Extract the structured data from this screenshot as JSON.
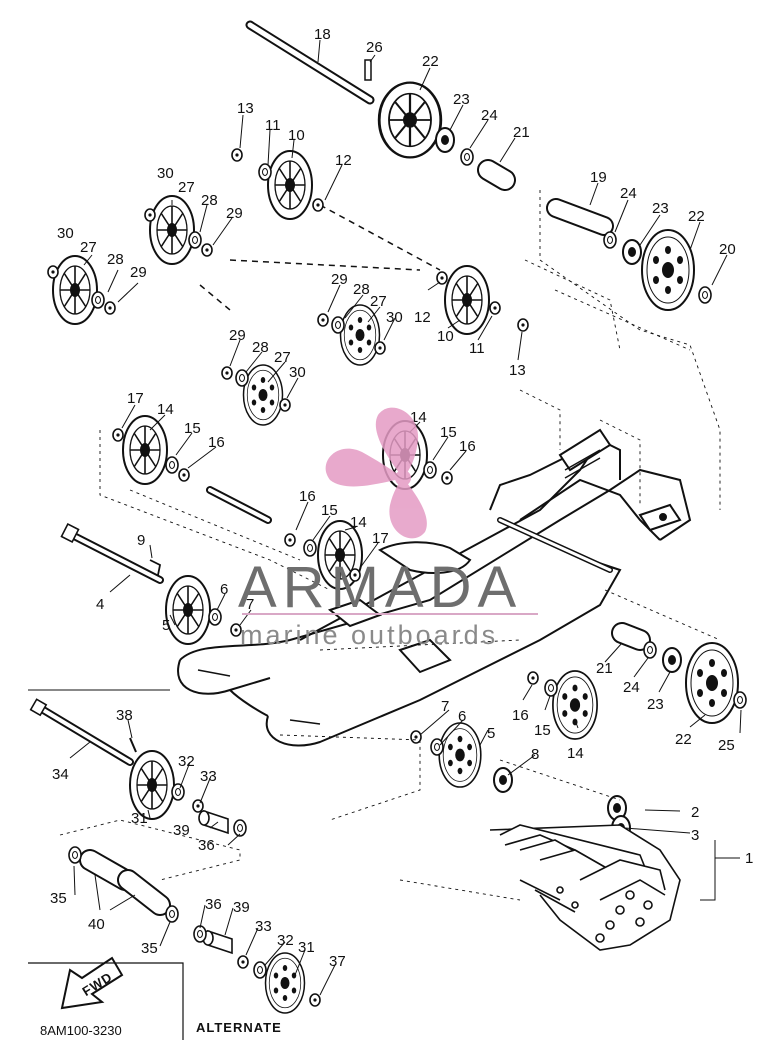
{
  "diagram": {
    "labels": [
      {
        "id": "18",
        "text": "18"
      },
      {
        "id": "26",
        "text": "26"
      },
      {
        "id": "22a",
        "text": "22"
      },
      {
        "id": "23a",
        "text": "23"
      },
      {
        "id": "24a",
        "text": "24"
      },
      {
        "id": "21a",
        "text": "21"
      },
      {
        "id": "13a",
        "text": "13"
      },
      {
        "id": "11a",
        "text": "11"
      },
      {
        "id": "10a",
        "text": "10"
      },
      {
        "id": "12a",
        "text": "12"
      },
      {
        "id": "30a",
        "text": "30"
      },
      {
        "id": "27a",
        "text": "27"
      },
      {
        "id": "28a",
        "text": "28"
      },
      {
        "id": "29a",
        "text": "29"
      },
      {
        "id": "30b",
        "text": "30"
      },
      {
        "id": "27b",
        "text": "27"
      },
      {
        "id": "28b",
        "text": "28"
      },
      {
        "id": "29b",
        "text": "29"
      },
      {
        "id": "19",
        "text": "19"
      },
      {
        "id": "24b",
        "text": "24"
      },
      {
        "id": "23b",
        "text": "23"
      },
      {
        "id": "22b",
        "text": "22"
      },
      {
        "id": "20",
        "text": "20"
      },
      {
        "id": "29c",
        "text": "29"
      },
      {
        "id": "28c",
        "text": "28"
      },
      {
        "id": "27c",
        "text": "27"
      },
      {
        "id": "30c",
        "text": "30"
      },
      {
        "id": "12b",
        "text": "12"
      },
      {
        "id": "10b",
        "text": "10"
      },
      {
        "id": "11b",
        "text": "11"
      },
      {
        "id": "13b",
        "text": "13"
      },
      {
        "id": "29d",
        "text": "29"
      },
      {
        "id": "28d",
        "text": "28"
      },
      {
        "id": "27d",
        "text": "27"
      },
      {
        "id": "30d",
        "text": "30"
      },
      {
        "id": "17a",
        "text": "17"
      },
      {
        "id": "14a",
        "text": "14"
      },
      {
        "id": "15a",
        "text": "15"
      },
      {
        "id": "16a",
        "text": "16"
      },
      {
        "id": "14b",
        "text": "14"
      },
      {
        "id": "15b",
        "text": "15"
      },
      {
        "id": "16b",
        "text": "16"
      },
      {
        "id": "16c",
        "text": "16"
      },
      {
        "id": "15c",
        "text": "15"
      },
      {
        "id": "14c",
        "text": "14"
      },
      {
        "id": "17b",
        "text": "17"
      },
      {
        "id": "9",
        "text": "9"
      },
      {
        "id": "4",
        "text": "4"
      },
      {
        "id": "6a",
        "text": "6"
      },
      {
        "id": "7a",
        "text": "7"
      },
      {
        "id": "5a",
        "text": "5"
      },
      {
        "id": "21b",
        "text": "21"
      },
      {
        "id": "24c",
        "text": "24"
      },
      {
        "id": "23c",
        "text": "23"
      },
      {
        "id": "22c",
        "text": "22"
      },
      {
        "id": "25",
        "text": "25"
      },
      {
        "id": "16d",
        "text": "16"
      },
      {
        "id": "15d",
        "text": "15"
      },
      {
        "id": "14d",
        "text": "14"
      },
      {
        "id": "7b",
        "text": "7"
      },
      {
        "id": "6b",
        "text": "6"
      },
      {
        "id": "5b",
        "text": "5"
      },
      {
        "id": "8",
        "text": "8"
      },
      {
        "id": "38",
        "text": "38"
      },
      {
        "id": "34",
        "text": "34"
      },
      {
        "id": "32a",
        "text": "32"
      },
      {
        "id": "33a",
        "text": "33"
      },
      {
        "id": "31a",
        "text": "31"
      },
      {
        "id": "39a",
        "text": "39"
      },
      {
        "id": "36a",
        "text": "36"
      },
      {
        "id": "2",
        "text": "2"
      },
      {
        "id": "3",
        "text": "3"
      },
      {
        "id": "1",
        "text": "1"
      },
      {
        "id": "35a",
        "text": "35"
      },
      {
        "id": "40",
        "text": "40"
      },
      {
        "id": "35b",
        "text": "35"
      },
      {
        "id": "36b",
        "text": "36"
      },
      {
        "id": "39b",
        "text": "39"
      },
      {
        "id": "33b",
        "text": "33"
      },
      {
        "id": "32b",
        "text": "32"
      },
      {
        "id": "31b",
        "text": "31"
      },
      {
        "id": "37",
        "text": "37"
      }
    ],
    "fwd_arrow_text": "FWD",
    "part_code": "8AM100-3230",
    "alternate_label": "ALTERNATE"
  },
  "watermark": {
    "brand": "ARMADA",
    "tagline": "marine outboards",
    "propeller_color": "#e49bc4",
    "line_color": "#d9a8c6",
    "text_color": "#6e6e6e"
  }
}
